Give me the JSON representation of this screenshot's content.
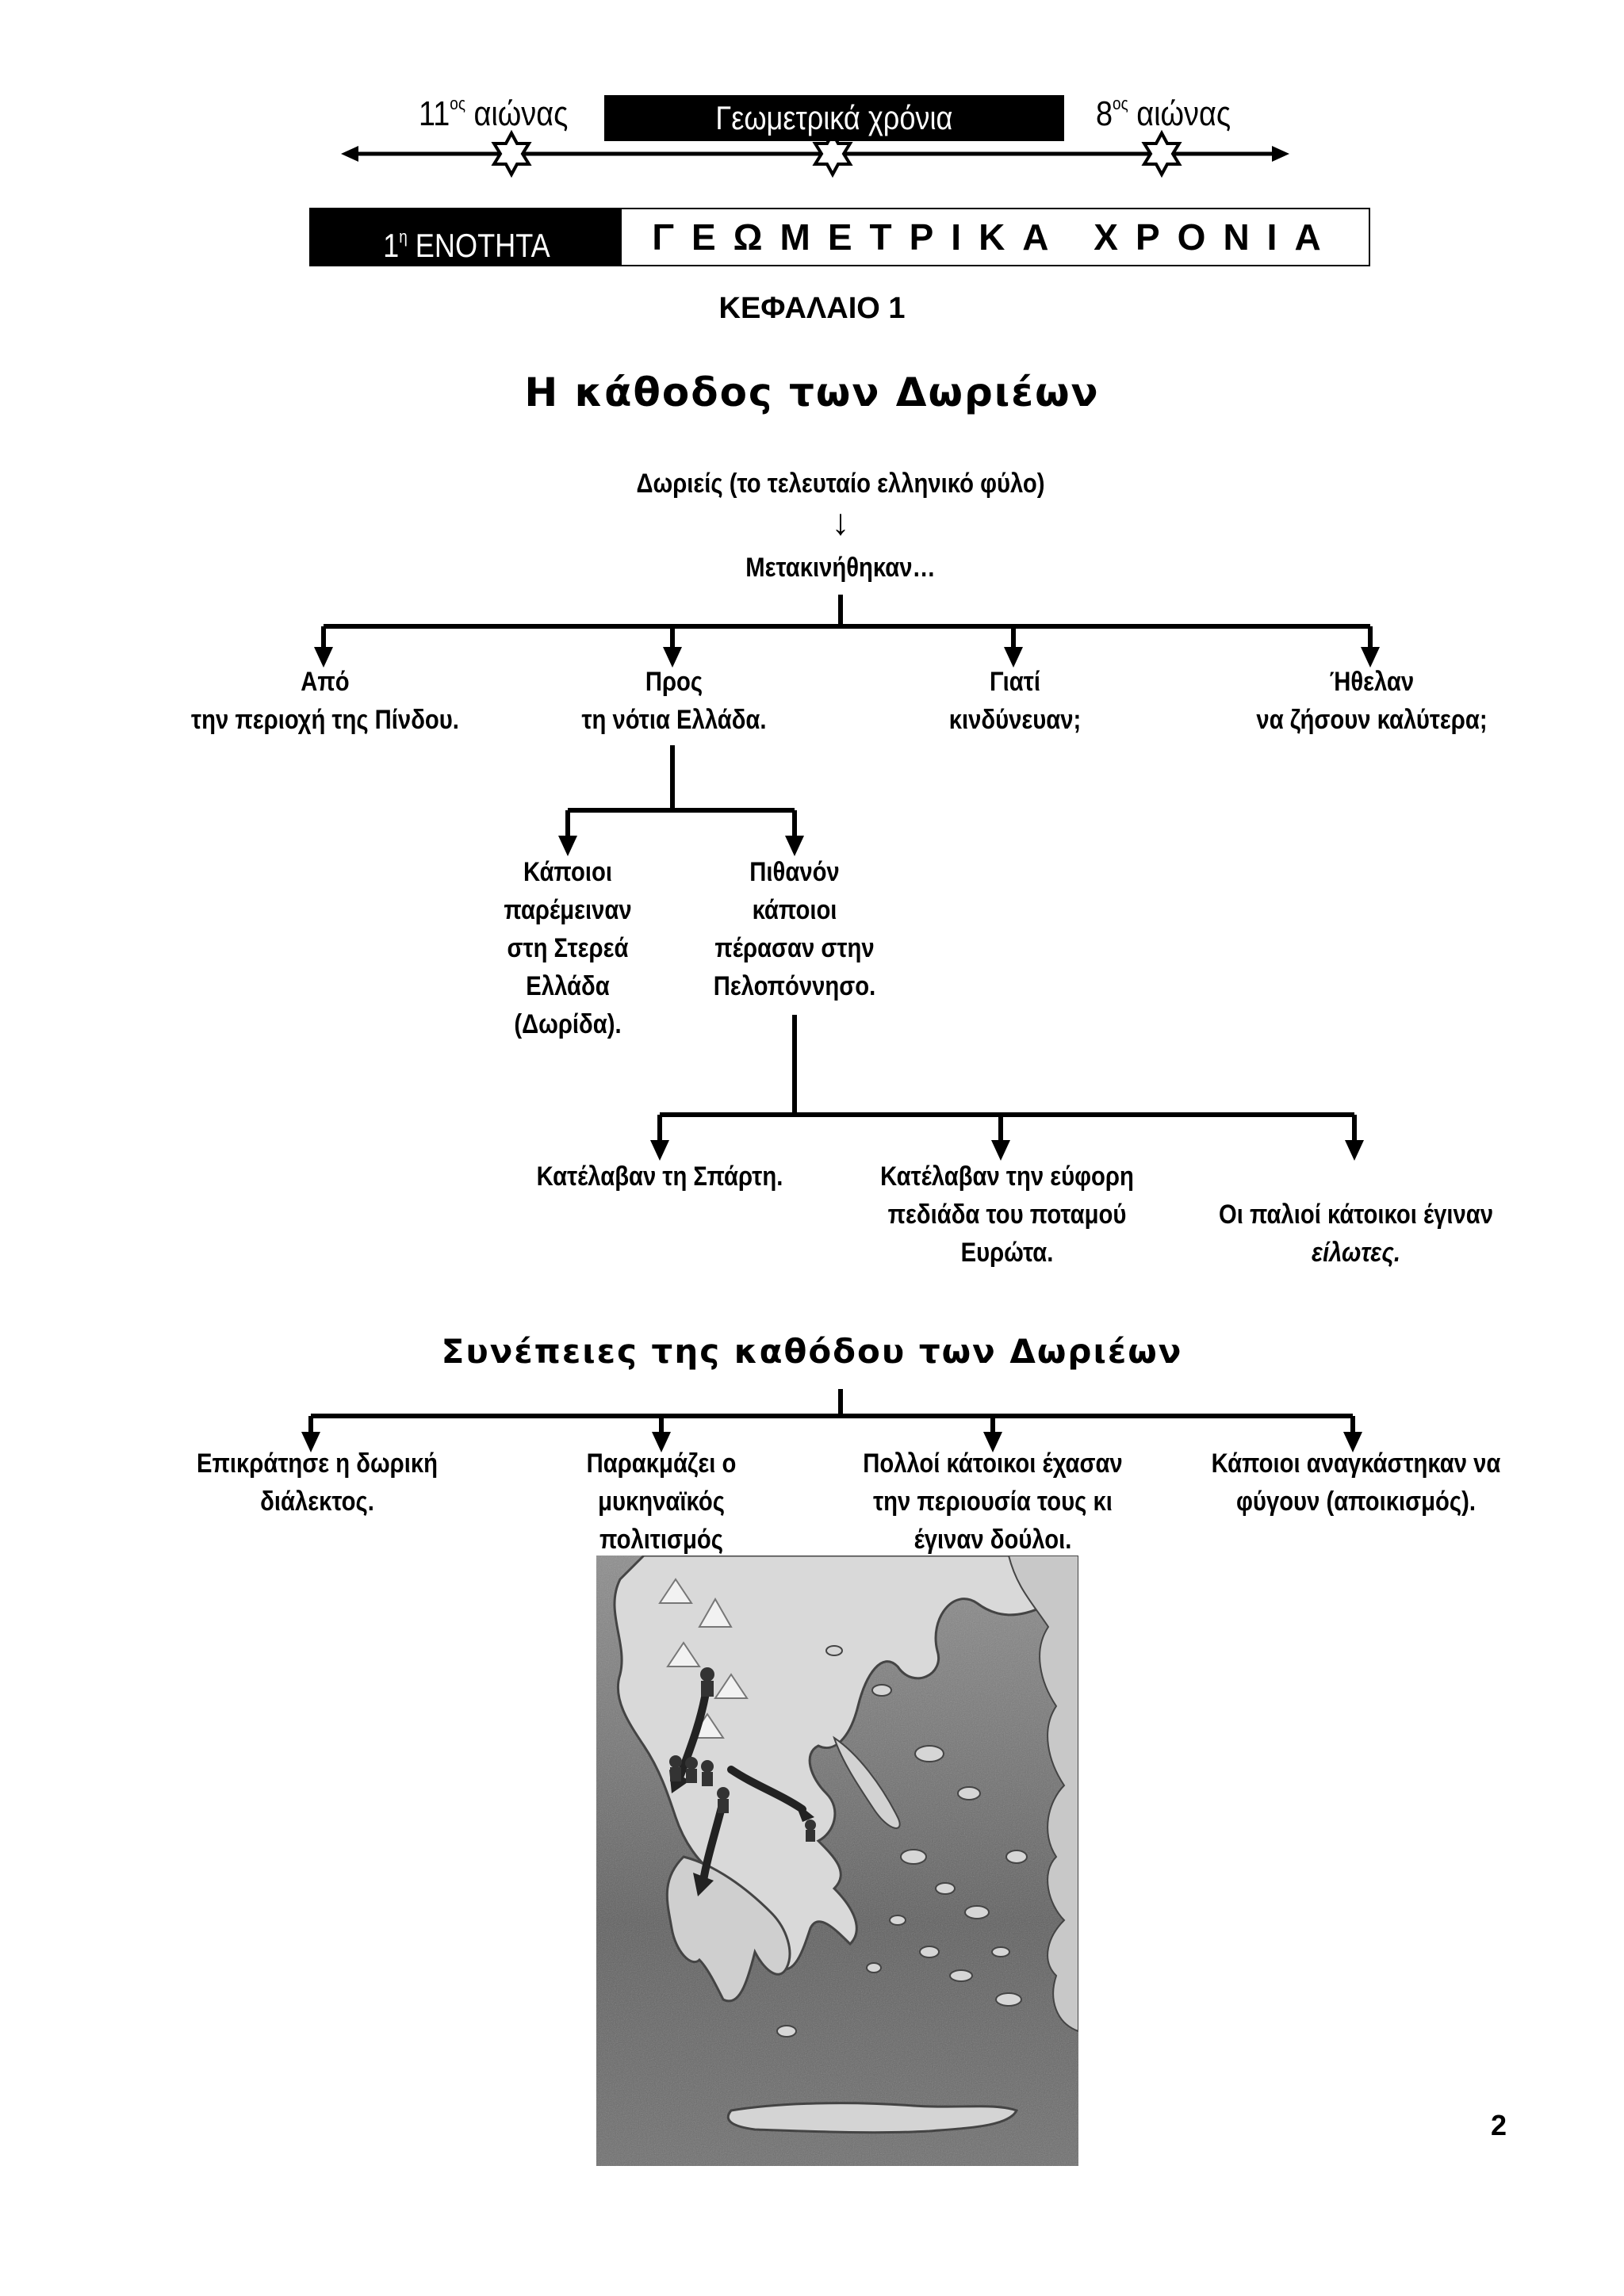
{
  "timeline": {
    "left_label": "11",
    "left_sup": "ος",
    "left_suffix": " αιώνας",
    "center_label": "Γεωμετρικά χρόνια",
    "right_label": "8",
    "right_sup": "ος",
    "right_suffix": " αιώνας"
  },
  "unit": {
    "number": "1",
    "number_sup": "η",
    "name": " ΕΝΟΤΗΤΑ",
    "title": "ΓΕΩΜΕΤΡΙΚΑ ΧΡΟΝΙΑ"
  },
  "chapter": "ΚΕΦΑΛΑΙΟ 1",
  "title": "Η κάθοδος των Δωριέων",
  "diagram": {
    "root": "Δωριείς (το τελευταίο ελληνικό φύλο)",
    "root_arrow": "↓",
    "moved": "Μετακινήθηκαν…",
    "from": "Από\nτην περιοχή της Πίνδου.",
    "to": "Προς\nτη νότια Ελλάδα.",
    "why": "Γιατί\nκινδύνευαν;",
    "wanted": "Ήθελαν\nνα ζήσουν καλύτερα;",
    "stayed": "Κάποιοι\nπαρέμειναν\nστη Στερεά\nΕλλάδα\n(Δωρίδα).",
    "crossed": "Πιθανόν\nκάποιοι\nπέρασαν στην\nΠελοπόννησο.",
    "sparta": "Κατέλαβαν τη Σπάρτη.",
    "plain": "Κατέλαβαν την εύφορη\nπεδιάδα του ποταμού\nΕυρώτα.",
    "inhabitants": "Οι παλιοί κάτοικοι έγιναν",
    "helots": "είλωτες."
  },
  "consequences": {
    "title": "Συνέπειες της καθόδου των Δωριέων",
    "items": [
      "Επικράτησε η δωρική\nδιάλεκτος.",
      "Παρακμάζει ο\nμυκηναϊκός\nπολιτισμός",
      "Πολλοί κάτοικοι έχασαν\nτην περιουσία τους κι\nέγιναν δούλοι.",
      "Κάποιοι αναγκάστηκαν να\nφύγουν (αποικισμός)."
    ]
  },
  "page_number": "2"
}
